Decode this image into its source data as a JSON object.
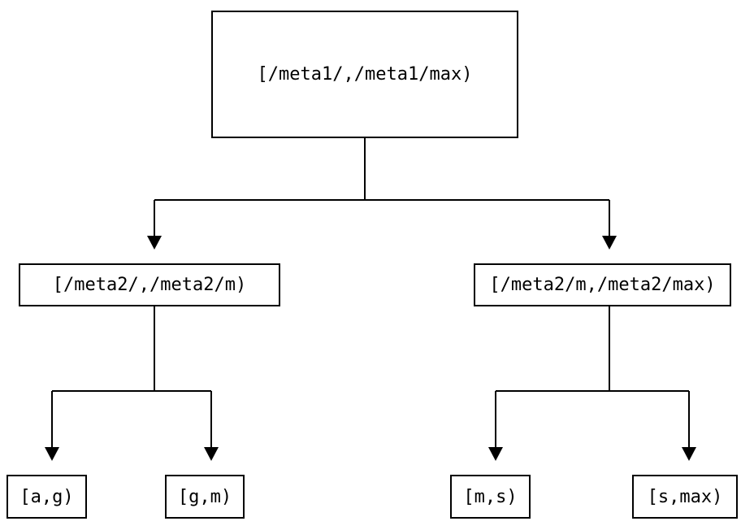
{
  "diagram": {
    "type": "binary-tree",
    "colors": {
      "background": "#ffffff",
      "line": "#000000",
      "text": "#000000",
      "node_fill": "#ffffff"
    },
    "nodes": {
      "root": {
        "label": "[/meta1/,/meta1/max)"
      },
      "meta2_low": {
        "label": "[/meta2/,/meta2/m)"
      },
      "meta2_high": {
        "label": "[/meta2/m,/meta2/max)"
      },
      "leaf_ag": {
        "label": "[a,g)"
      },
      "leaf_gm": {
        "label": "[g,m)"
      },
      "leaf_ms": {
        "label": "[m,s)"
      },
      "leaf_smax": {
        "label": "[s,max)"
      }
    },
    "edges": [
      {
        "from": "root",
        "to": [
          "meta2_low",
          "meta2_high"
        ]
      },
      {
        "from": "meta2_low",
        "to": [
          "leaf_ag",
          "leaf_gm"
        ]
      },
      {
        "from": "meta2_high",
        "to": [
          "leaf_ms",
          "leaf_smax"
        ]
      }
    ]
  }
}
